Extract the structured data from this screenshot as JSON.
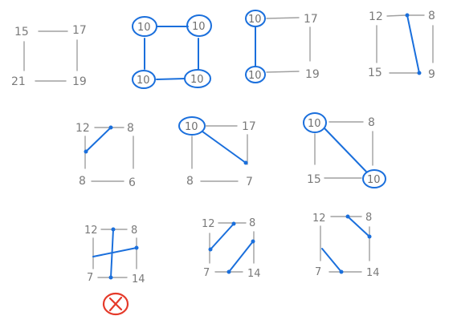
{
  "diagrams": [
    {
      "id": "d1",
      "labels": {
        "tl": "15",
        "tr": "17",
        "bl": "21",
        "br": "19"
      }
    },
    {
      "id": "d2",
      "labels": {
        "tl": "10",
        "tr": "10",
        "bl": "10",
        "br": "10"
      }
    },
    {
      "id": "d3",
      "labels": {
        "tl": "10",
        "tr": "17",
        "bl": "10",
        "br": "19"
      }
    },
    {
      "id": "d4",
      "labels": {
        "tl": "12",
        "tr": "8",
        "bl": "15",
        "br": "9"
      }
    },
    {
      "id": "d5",
      "labels": {
        "tl": "12",
        "tr": "8",
        "bl": "8",
        "br": "6"
      }
    },
    {
      "id": "d6",
      "labels": {
        "tl": "10",
        "tr": "17",
        "bl": "8",
        "br": "7"
      }
    },
    {
      "id": "d7",
      "labels": {
        "tl": "10",
        "tr": "8",
        "bl": "15",
        "br": "10"
      }
    },
    {
      "id": "d8",
      "labels": {
        "tl": "12",
        "tr": "8",
        "bl": "7",
        "br": "14"
      }
    },
    {
      "id": "d9",
      "labels": {
        "tl": "12",
        "tr": "8",
        "bl": "7",
        "br": "14"
      }
    },
    {
      "id": "d10",
      "labels": {
        "tl": "12",
        "tr": "8",
        "bl": "7",
        "br": "14"
      }
    }
  ],
  "colors": {
    "ink": "#7a7a7a",
    "edge": "#a0a0a0",
    "accent": "#1a6fdc",
    "reject": "#e53a2a"
  },
  "icons": {
    "reject_mark": "x-circle-icon"
  }
}
